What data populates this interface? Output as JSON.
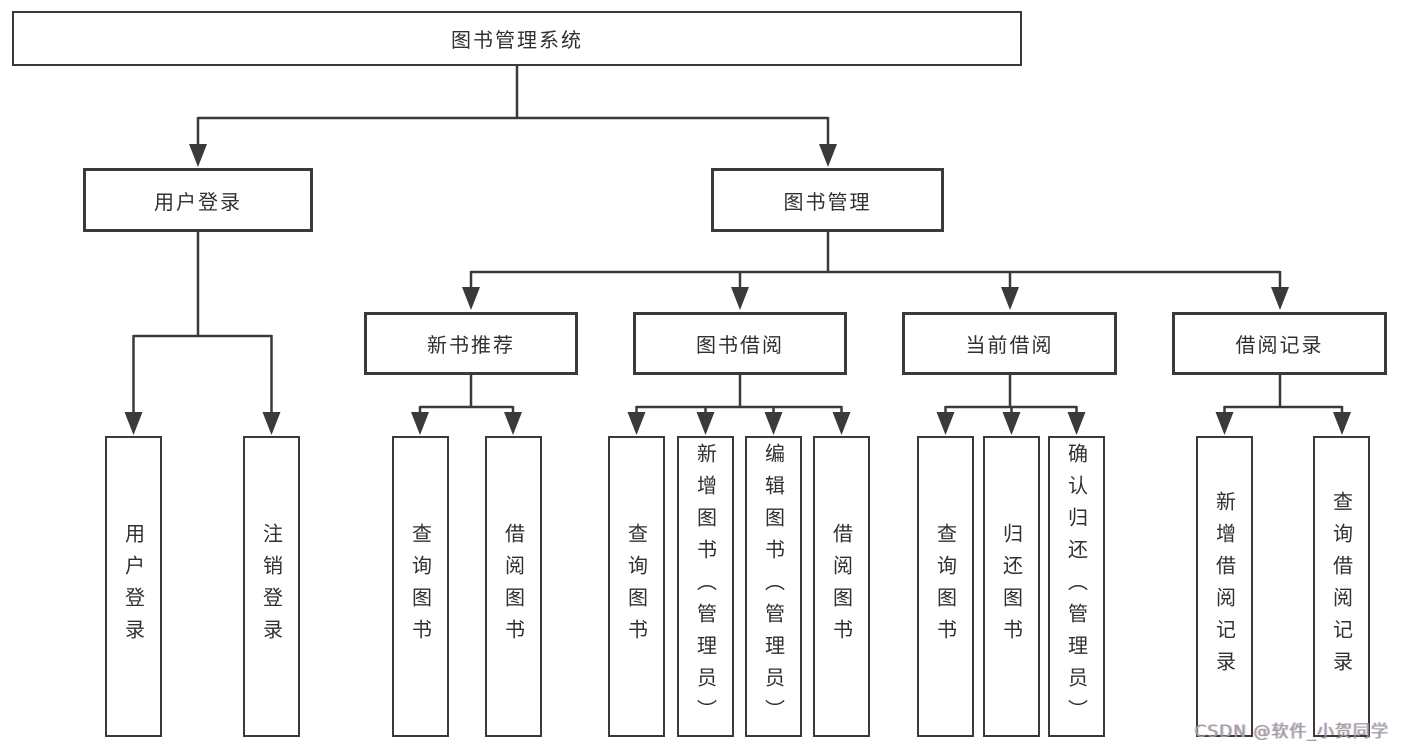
{
  "tree": {
    "root": "图书管理系统",
    "login": {
      "label": "用户登录",
      "children": [
        "用户登录",
        "注销登录"
      ]
    },
    "mgmt": {
      "label": "图书管理",
      "groups": [
        {
          "label": "新书推荐",
          "children": [
            "查询图书",
            "借阅图书"
          ]
        },
        {
          "label": "图书借阅",
          "children": [
            "查询图书",
            "新增图书（管理员）",
            "编辑图书（管理员）",
            "借阅图书"
          ]
        },
        {
          "label": "当前借阅",
          "children": [
            "查询图书",
            "归还图书",
            "确认归还（管理员）"
          ]
        },
        {
          "label": "借阅记录",
          "children": [
            "新增借阅记录",
            "查询借阅记录"
          ]
        }
      ]
    }
  },
  "watermark": {
    "text": "CSDN @软件_小贺同学"
  },
  "colors": {
    "line": "#3a3a3a",
    "text": "#303030",
    "watermark": "#a0a0a0"
  }
}
